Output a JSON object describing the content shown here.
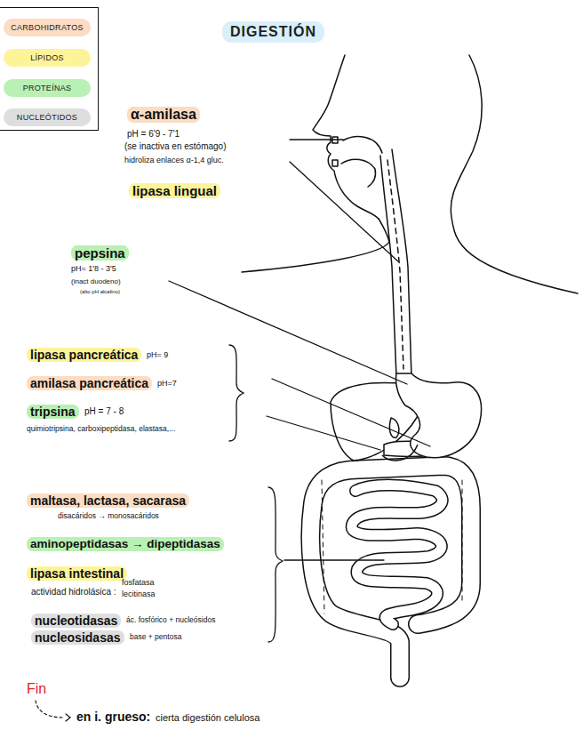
{
  "diagram": {
    "title": "DIGESTIÓN",
    "labels": [
      "α-amilasa",
      "pH = 6'9 - 7'1",
      "(se inactiva en estómago)",
      "hidroliza enlaces α-1,4 gluc.",
      "lipasa lingual",
      "pepsina",
      "pH= 1'8 - 3'5",
      "(inact duodeno)",
      "(alto pH alcalino)",
      "lipasa pancreática",
      "pH= 9",
      "amilasa pancreática",
      "pH=7",
      "tripsina",
      "pH = 7 - 8",
      "quimiotripsina, carboxipeptidasa, elastasa,...",
      "maltasa, lactasa, sacarasa",
      "disacáridos → monosacáridos",
      "aminopeptidasas → dipeptidasas",
      "lipasa intestinal",
      "actividad hidrolásica :",
      "fosfatasa",
      "lecitinasa",
      "nucleotidasas",
      "ác. fosfórico + nucleósidos",
      "nucleosidasas",
      "base + pentosa",
      "Fin",
      "en i. grueso:",
      "cierta digestión celulosa"
    ],
    "legend": [
      {
        "text": "CARBOHIDRATOS",
        "color": "#fcdcc2"
      },
      {
        "text": "LÍPIDOS",
        "color": "#fdf49a"
      },
      {
        "text": "PROTEÍNAS",
        "color": "#b9f0b4"
      },
      {
        "text": "NUCLEÓTIDOS",
        "color": "#dedede"
      }
    ]
  }
}
